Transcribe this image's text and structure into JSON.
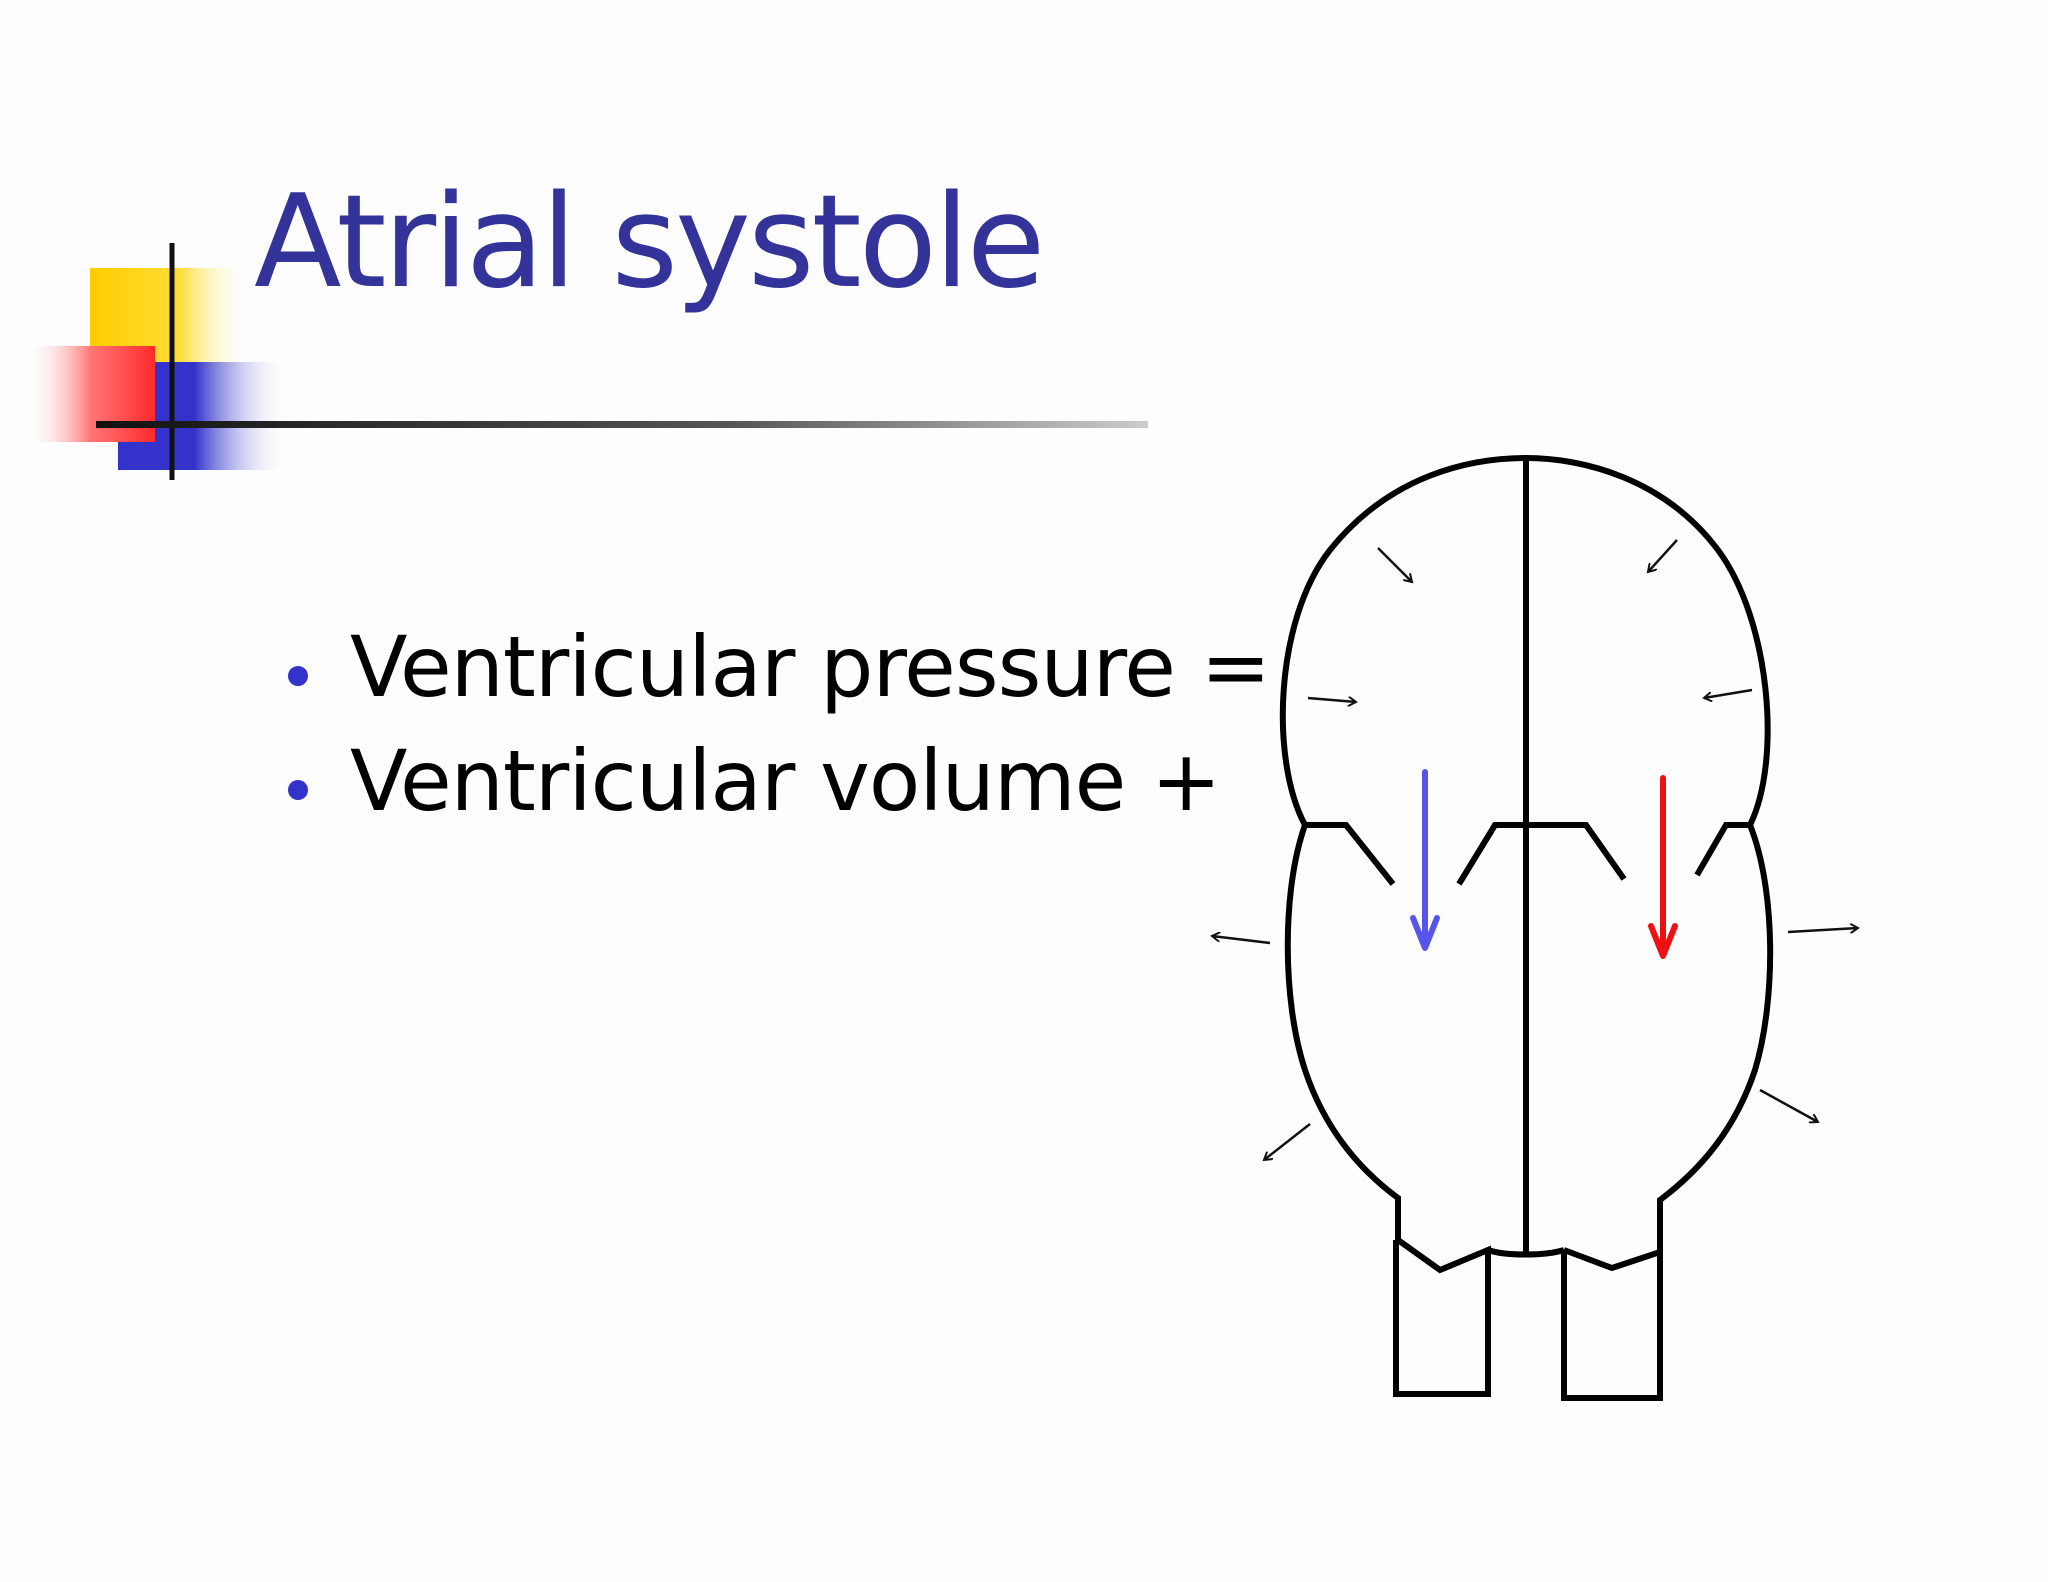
{
  "slide": {
    "title": "Atrial systole",
    "bullets": [
      {
        "text": "Ventricular pressure ="
      },
      {
        "text": "Ventricular volume +"
      }
    ]
  },
  "colors": {
    "title": "#33339a",
    "bullet": "#3333cc",
    "deco_yellow": "#ffcc00",
    "deco_red": "#ff3333",
    "deco_blue": "#3333cc",
    "flow_right_heart": "#5555ee",
    "flow_left_heart": "#ee1111"
  },
  "diagram": {
    "subject": "heart",
    "icons": [
      "flow-arrow-blue",
      "flow-arrow-red",
      "contraction-arrow",
      "expansion-arrow"
    ]
  }
}
